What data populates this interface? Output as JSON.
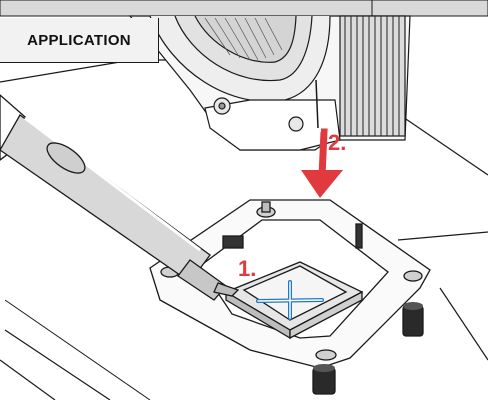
{
  "header": {
    "section_label": "APPLICATION"
  },
  "steps": [
    {
      "label": "1."
    },
    {
      "label": "2."
    }
  ],
  "colors": {
    "accent_red": "#e03a3e",
    "cross_blue": "#1f78c8",
    "line": "#1a1a1a",
    "label_bg": "#f2f2f2"
  },
  "icons": [
    "thermal-paste-syringe-icon",
    "down-arrow-icon",
    "paste-cross-icon"
  ]
}
